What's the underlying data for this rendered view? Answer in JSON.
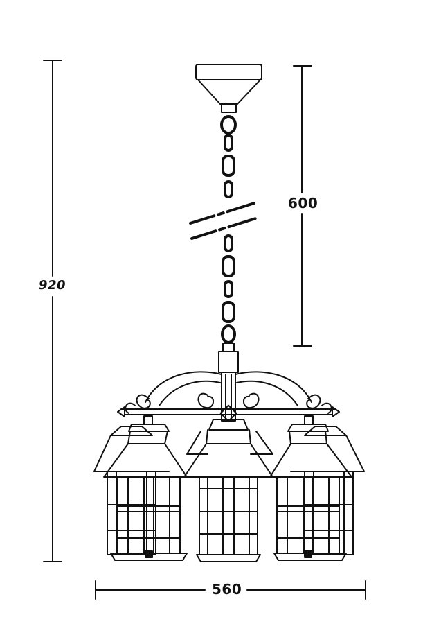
{
  "dimensions": {
    "total_height": "920",
    "chain_length": "600",
    "width": "560"
  },
  "colors": {
    "line": "#111111",
    "background": "#ffffff"
  }
}
